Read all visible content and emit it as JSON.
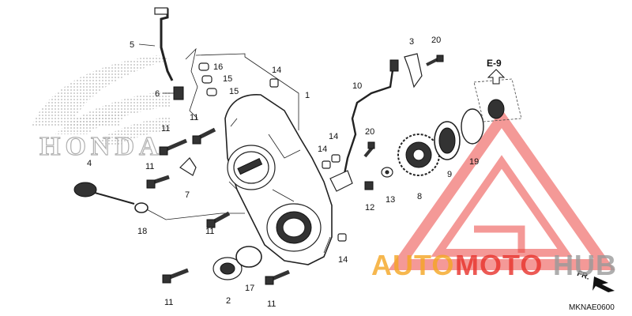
{
  "diagram": {
    "callouts": [
      {
        "id": "c1",
        "text": "1"
      },
      {
        "id": "c2",
        "text": "2"
      },
      {
        "id": "c3",
        "text": "3"
      },
      {
        "id": "c4",
        "text": "4"
      },
      {
        "id": "c5",
        "text": "5"
      },
      {
        "id": "c6",
        "text": "6"
      },
      {
        "id": "c7",
        "text": "7"
      },
      {
        "id": "c8",
        "text": "8"
      },
      {
        "id": "c9",
        "text": "9"
      },
      {
        "id": "c10",
        "text": "10"
      },
      {
        "id": "c11a",
        "text": "11"
      },
      {
        "id": "c11b",
        "text": "11"
      },
      {
        "id": "c11c",
        "text": "11"
      },
      {
        "id": "c11d",
        "text": "11"
      },
      {
        "id": "c11e",
        "text": "11"
      },
      {
        "id": "c11f",
        "text": "11"
      },
      {
        "id": "c12",
        "text": "12"
      },
      {
        "id": "c13",
        "text": "13"
      },
      {
        "id": "c14a",
        "text": "14"
      },
      {
        "id": "c14b",
        "text": "14"
      },
      {
        "id": "c14c",
        "text": "14"
      },
      {
        "id": "c14d",
        "text": "14"
      },
      {
        "id": "c15a",
        "text": "15"
      },
      {
        "id": "c15b",
        "text": "15"
      },
      {
        "id": "c16",
        "text": "16"
      },
      {
        "id": "c17",
        "text": "17"
      },
      {
        "id": "c18",
        "text": "18"
      },
      {
        "id": "c19",
        "text": "19"
      },
      {
        "id": "c20a",
        "text": "20"
      },
      {
        "id": "c20b",
        "text": "20"
      }
    ],
    "reference_label": "E-9",
    "direction_label": "FR.",
    "diagram_code": "MKNAE0600",
    "background_brand": "HONDA"
  },
  "watermark": {
    "brand_part1": "AUTO",
    "brand_part2": "MOTO",
    "brand_part3": "HUB",
    "color_orange": "#f5a623",
    "color_red": "#e8322b",
    "color_grey": "#9a9a9a"
  },
  "icons": {
    "arrow_up": "arrow-up-icon",
    "arrow_direction": "direction-arrow-icon"
  }
}
